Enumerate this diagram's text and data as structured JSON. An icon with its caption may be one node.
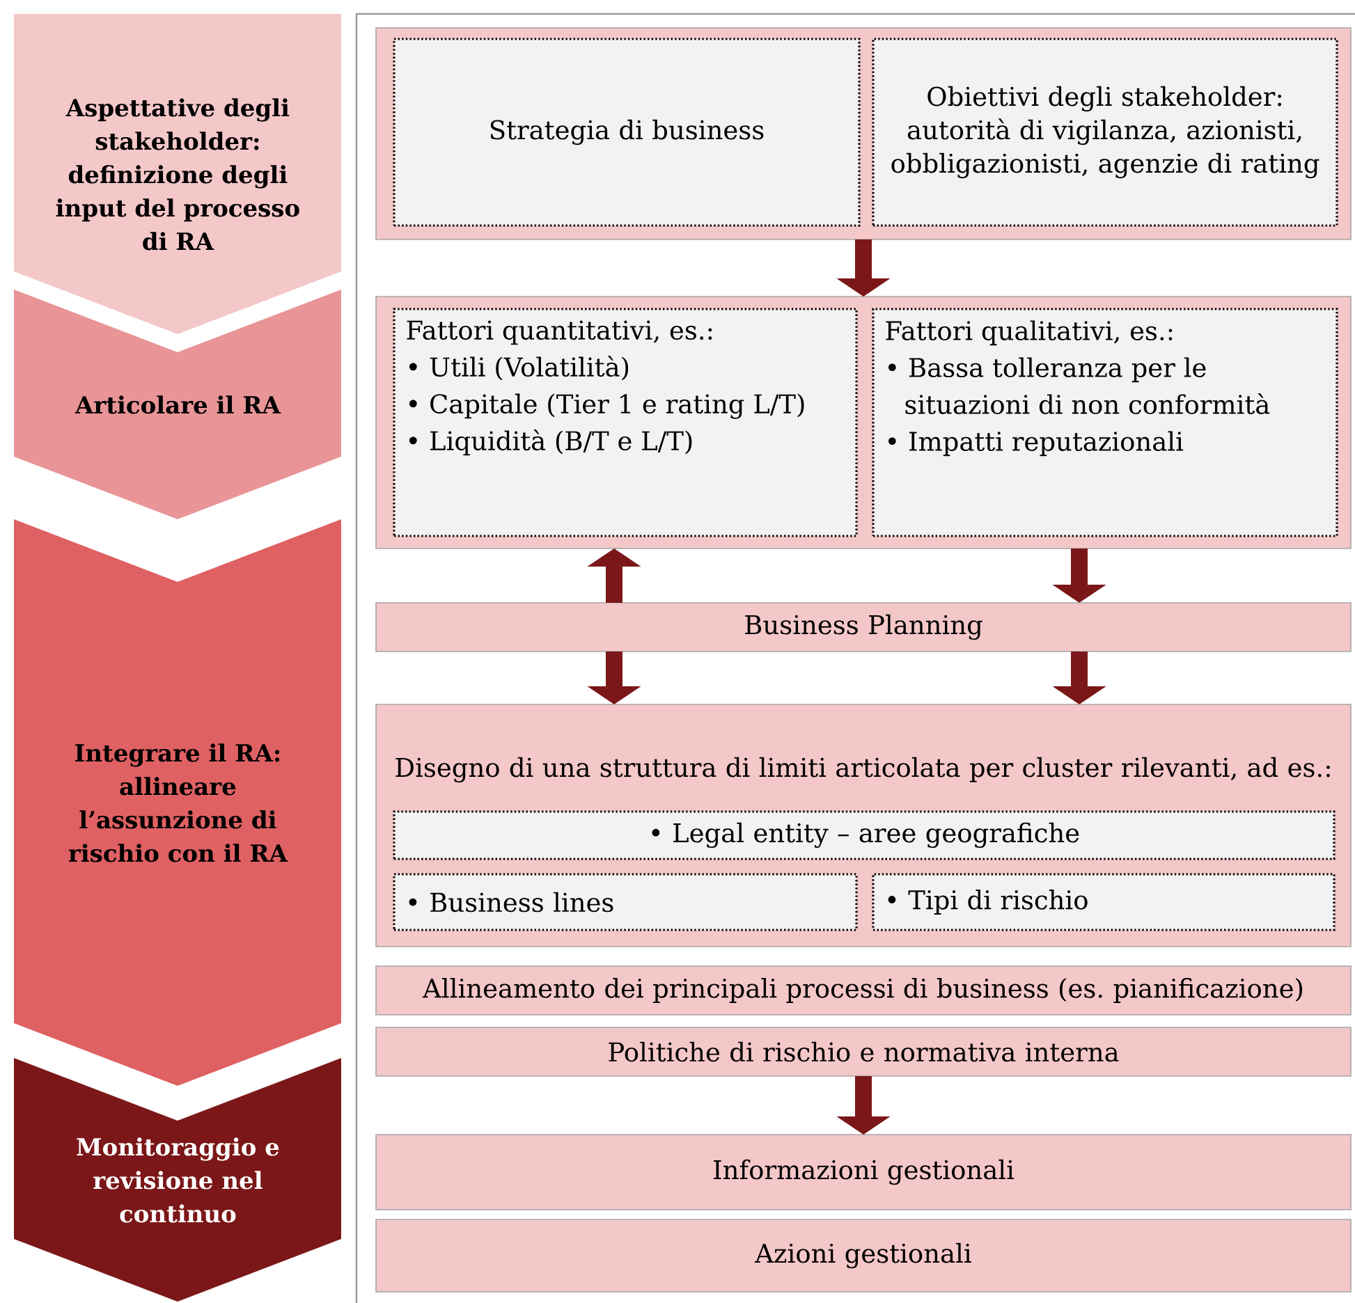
{
  "diagram": {
    "nodes": [
      {
        "text": [
          "Aspettative degli stakeholder: definizione degli input del processo di RA"
        ]
      },
      {
        "text": [
          "Articolare il RA"
        ]
      },
      {
        "text": [
          "Integrare il RA: allineare l’assunzione di rischio con il RA"
        ]
      },
      {
        "text": [
          "Monitoraggio e revisione nel continuo"
        ]
      },
      {
        "text": [],
        "shape": "box"
      },
      {
        "text": [
          "Strategia di business"
        ],
        "in": 4
      },
      {
        "text": [
          "Obiettivi degli stakeholder: autorità di vigilanza, azionisti, obbligazionisti, agenzie di rating"
        ],
        "in": 4
      },
      {
        "text": [],
        "shape": "box"
      },
      {
        "text": [
          "Fattori quantitativi, es.:",
          "• Utili (Volatilità)",
          "• Capitale (Tier 1 e rating L/T)",
          "• Liquidità (B/T e L/T)"
        ],
        "in": 7
      },
      {
        "text": [
          "Fattori qualitativi, es.:",
          "• Bassa tolleranza per le situazioni di non conformità",
          "• Impatti reputazionali"
        ],
        "in": 7
      },
      {
        "text": [
          "Business Planning"
        ]
      },
      {
        "text": [
          "Disegno di una struttura di limiti articolata per cluster rilevanti, ad es.:"
        ]
      },
      {
        "text": [
          "• Legal entity – aree geografiche"
        ],
        "in": 11
      },
      {
        "text": [
          "• Business lines"
        ],
        "in": 11
      },
      {
        "text": [
          "• Tipi di rischio"
        ],
        "in": 11
      },
      {
        "text": [
          "Allineamento dei principali processi di business (es. pianificazione)"
        ]
      },
      {
        "text": [
          "Politiche di rischio e normativa interna"
        ]
      },
      {
        "text": [
          "Informazioni gestionali"
        ]
      },
      {
        "text": [
          "Azioni gestionali"
        ]
      }
    ],
    "edges": [
      {
        "from": 4,
        "to": 7,
        "arrow": "to"
      },
      {
        "from": 10,
        "to": 7,
        "arrow": "to"
      },
      {
        "from": 7,
        "to": 10,
        "arrow": "to"
      },
      {
        "from": 10,
        "to": 11,
        "arrow": "to"
      },
      {
        "from": 10,
        "to": 11,
        "arrow": "to"
      },
      {
        "from": 16,
        "to": 17,
        "arrow": "to"
      }
    ]
  }
}
